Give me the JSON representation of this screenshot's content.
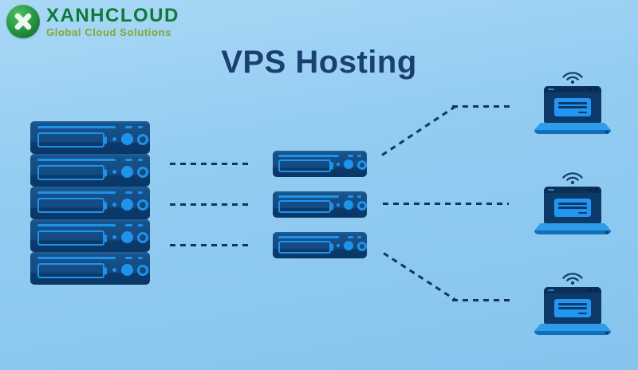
{
  "brand": {
    "name": "XANHCLOUD",
    "tagline": "Global Cloud Solutions",
    "logo_icon": "x-circle-icon"
  },
  "title": "VPS Hosting",
  "diagram": {
    "host_rack": {
      "name": "physical-server-rack",
      "unit_count": 5
    },
    "vps_nodes": {
      "name": "vps-instances",
      "count": 3
    },
    "clients": {
      "name": "client-laptops",
      "count": 3,
      "icon": "wifi-icon"
    },
    "connections": {
      "rack_to_vps": 3,
      "vps_to_clients": 3,
      "style": "dashed"
    }
  },
  "colors": {
    "background_top": "#aad8f6",
    "background_bottom": "#86c4ed",
    "title_text": "#1a4070",
    "brand_green": "#0d7a36",
    "tagline_green": "#82a737",
    "logo_green": "#2a9a47",
    "server_body": "#134a81",
    "server_base_dark": "#0a3766",
    "accent_blue": "#1f93ec",
    "dashed_line_navy": "#12365f",
    "laptop_screen": "#0d3a68",
    "laptop_base_blue": "#2e9ce9",
    "laptop_foot_blue": "#1270ba"
  }
}
